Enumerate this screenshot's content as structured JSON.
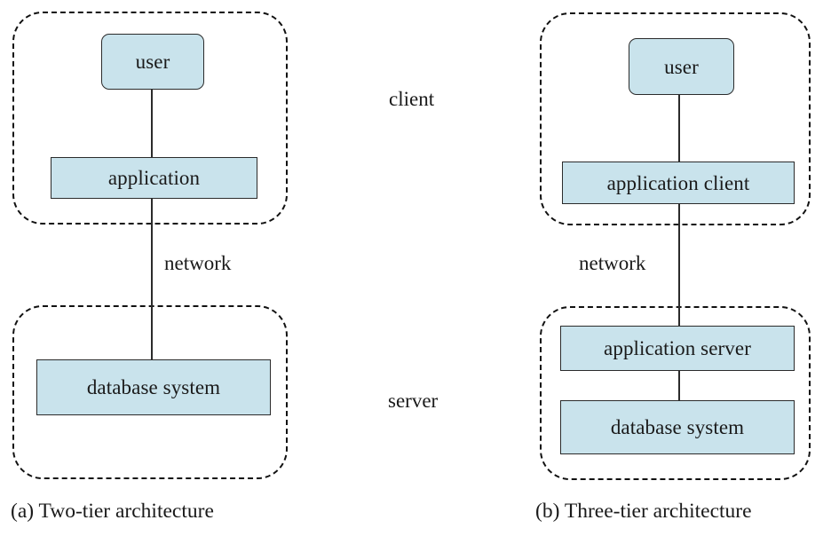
{
  "figure": {
    "title_a": "(a) Two-tier architecture",
    "title_b": "(b) Three-tier architecture",
    "colors": {
      "box_fill": "#c9e3ec",
      "box_stroke": "#2b2b2b",
      "group_stroke": "#111111",
      "text": "#1a1a1a",
      "background": "#ffffff"
    }
  },
  "tier_labels": {
    "client": "client",
    "server": "server"
  },
  "diagram_a": {
    "caption": "(a) Two-tier architecture",
    "client_tier": {
      "group_label": "client",
      "nodes": [
        {
          "label": "user",
          "shape": "rounded-rect"
        },
        {
          "label": "application",
          "shape": "rect"
        }
      ]
    },
    "network_label": "network",
    "server_tier": {
      "group_label": "server",
      "nodes": [
        {
          "label": "database system",
          "shape": "rect"
        }
      ]
    }
  },
  "diagram_b": {
    "caption": "(b) Three-tier architecture",
    "client_tier": {
      "group_label": "client",
      "nodes": [
        {
          "label": "user",
          "shape": "rounded-rect"
        },
        {
          "label": "application client",
          "shape": "rect"
        }
      ]
    },
    "network_label": "network",
    "server_tier": {
      "group_label": "server",
      "nodes": [
        {
          "label": "application server",
          "shape": "rect"
        },
        {
          "label": "database system",
          "shape": "rect"
        }
      ]
    }
  }
}
